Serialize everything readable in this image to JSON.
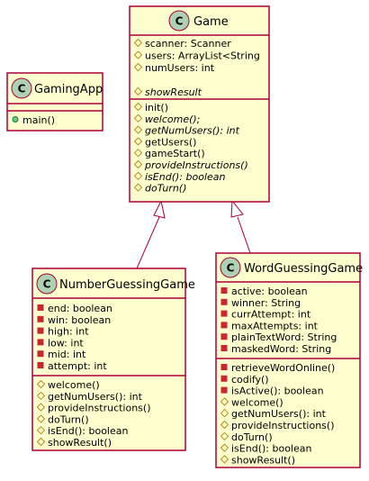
{
  "classes": {
    "game": {
      "name": "Game",
      "attributes": [
        {
          "vis": "protected",
          "text": "scanner: Scanner",
          "italic": false
        },
        {
          "vis": "protected",
          "text": "users: ArrayList<String",
          "italic": false
        },
        {
          "vis": "protected",
          "text": "numUsers: int",
          "italic": false
        },
        {
          "vis": "protected",
          "text": "showResult",
          "italic": true
        }
      ],
      "methods": [
        {
          "vis": "protected",
          "text": "init()",
          "italic": false
        },
        {
          "vis": "protected",
          "text": "welcome();",
          "italic": true
        },
        {
          "vis": "protected",
          "text": "getNumUsers(): int",
          "italic": true
        },
        {
          "vis": "protected",
          "text": "getUsers()",
          "italic": false
        },
        {
          "vis": "protected",
          "text": "gameStart()",
          "italic": false
        },
        {
          "vis": "protected",
          "text": "provideInstructions()",
          "italic": true
        },
        {
          "vis": "protected",
          "text": "isEnd(): boolean",
          "italic": true
        },
        {
          "vis": "protected",
          "text": "doTurn()",
          "italic": true
        }
      ]
    },
    "gamingApp": {
      "name": "GamingApp",
      "attributes": [],
      "methods": [
        {
          "vis": "public",
          "text": "main()",
          "italic": false
        }
      ]
    },
    "numberGuessingGame": {
      "name": "NumberGuessingGame",
      "attributes": [
        {
          "vis": "private",
          "text": "end: boolean",
          "italic": false
        },
        {
          "vis": "private",
          "text": "win: boolean",
          "italic": false
        },
        {
          "vis": "private",
          "text": "high: int",
          "italic": false
        },
        {
          "vis": "private",
          "text": "low: int",
          "italic": false
        },
        {
          "vis": "private",
          "text": "mid: int",
          "italic": false
        },
        {
          "vis": "private",
          "text": "attempt: int",
          "italic": false
        }
      ],
      "methods": [
        {
          "vis": "protected",
          "text": "welcome()",
          "italic": false
        },
        {
          "vis": "protected",
          "text": "getNumUsers(): int",
          "italic": false
        },
        {
          "vis": "protected",
          "text": "provideInstructions()",
          "italic": false
        },
        {
          "vis": "protected",
          "text": "doTurn()",
          "italic": false
        },
        {
          "vis": "protected",
          "text": "isEnd(): boolean",
          "italic": false
        },
        {
          "vis": "protected",
          "text": "showResult()",
          "italic": false
        }
      ]
    },
    "wordGuessingGame": {
      "name": "WordGuessingGame",
      "attributes": [
        {
          "vis": "private",
          "text": "active: boolean",
          "italic": false
        },
        {
          "vis": "private",
          "text": "winner: String",
          "italic": false
        },
        {
          "vis": "private",
          "text": "currAttempt: int",
          "italic": false
        },
        {
          "vis": "private",
          "text": "maxAttempts: int",
          "italic": false
        },
        {
          "vis": "private",
          "text": "plainTextWord: String",
          "italic": false
        },
        {
          "vis": "private",
          "text": "maskedWord: String",
          "italic": false
        }
      ],
      "methods": [
        {
          "vis": "private",
          "text": "retrieveWordOnline()",
          "italic": false
        },
        {
          "vis": "private",
          "text": "codify()",
          "italic": false
        },
        {
          "vis": "private",
          "text": "isActive(): boolean",
          "italic": false
        },
        {
          "vis": "protected",
          "text": "welcome()",
          "italic": false
        },
        {
          "vis": "protected",
          "text": "getNumUsers(): int",
          "italic": false
        },
        {
          "vis": "protected",
          "text": "provideInstructions()",
          "italic": false
        },
        {
          "vis": "protected",
          "text": "doTurn()",
          "italic": false
        },
        {
          "vis": "protected",
          "text": "isEnd(): boolean",
          "italic": false
        },
        {
          "vis": "protected",
          "text": "showResult()",
          "italic": false
        }
      ]
    }
  },
  "stereotype_letter": "C",
  "colors": {
    "class_fill": "#fefece",
    "border": "#a80036",
    "circle_fill": "#add1b2"
  },
  "relations": [
    {
      "from": "numberGuessingGame",
      "to": "game",
      "type": "inheritance"
    },
    {
      "from": "wordGuessingGame",
      "to": "game",
      "type": "inheritance"
    }
  ]
}
